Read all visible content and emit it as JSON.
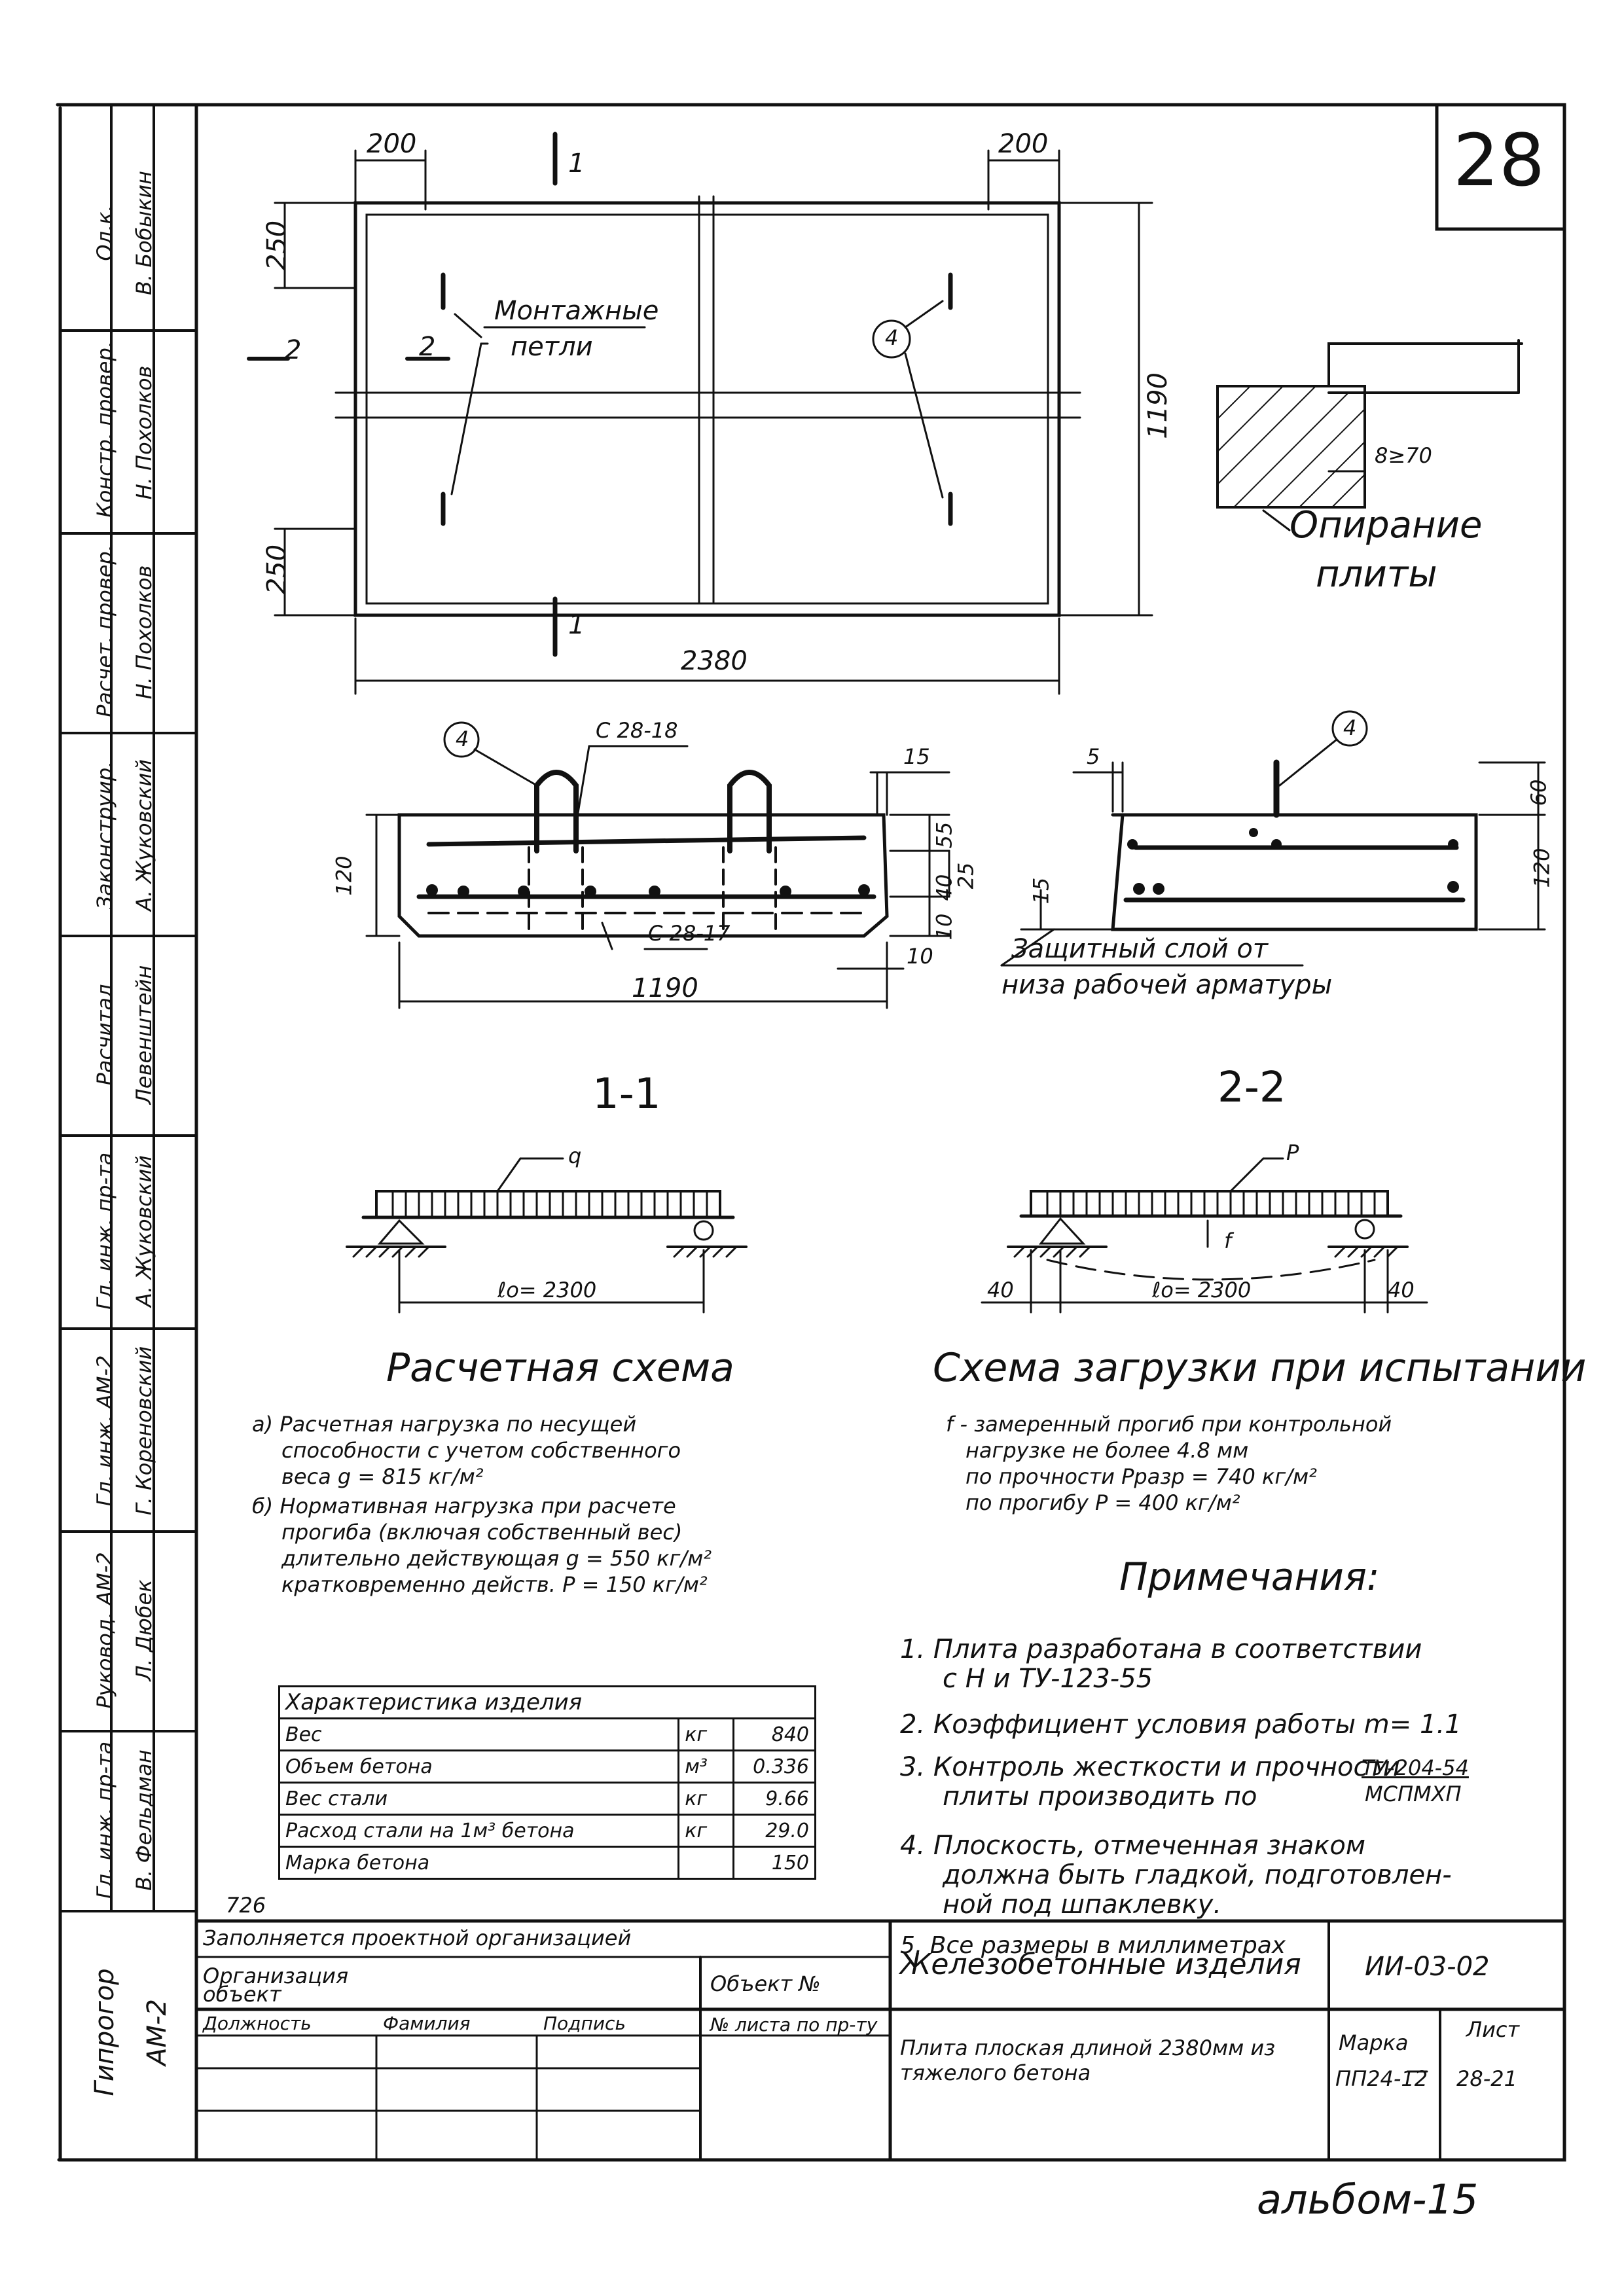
{
  "sheet_number": "28",
  "plan": {
    "dim_top_left": "200",
    "dim_top_right": "200",
    "dim_left_top": "250",
    "dim_left_bottom": "250",
    "dim_height": "1190",
    "dim_width": "2380",
    "section_1_top": "1",
    "section_1_bottom": "1",
    "section_2_left": "2",
    "section_2_inner": "2",
    "loops_label_1": "Монтажные",
    "loops_label_2": "петли",
    "callout": "4"
  },
  "support": {
    "label_1": "Опирание",
    "label_2": "плиты",
    "dim": "8≥70"
  },
  "section_1": {
    "title": "1-1",
    "rebar_top": "С 28-18",
    "rebar_bottom": "С 28-17",
    "callout": "4",
    "dim_width": "1190",
    "dim_height": "120",
    "dim_15": "15",
    "dim_55": "55",
    "dim_40": "40",
    "dim_10a": "10",
    "dim_10b": "10",
    "dim_25": "25"
  },
  "section_2": {
    "title": "2-2",
    "callout": "4",
    "dim_5": "5",
    "dim_60": "60",
    "dim_120": "120",
    "dim_15": "15",
    "cover_1": "Защитный слой от",
    "cover_2": "низа рабочей арматуры"
  },
  "calc_scheme": {
    "load": "q",
    "span": "ℓо= 2300",
    "title": "Расчетная схема",
    "note_a_1": "а)  Расчетная нагрузка по несущей",
    "note_a_2": "способности с учетом собственного",
    "note_a_3": "веса g = 815 кг/м²",
    "note_b_1": "б)  Нормативная нагрузка при расчете",
    "note_b_2": "прогиба (включая собственный вес)",
    "note_b_3": "длительно действующая g = 550 кг/м²",
    "note_b_4": "кратковременно действ.  P = 150 кг/м²"
  },
  "test_scheme": {
    "load": "P",
    "deflection": "f",
    "span": "ℓо= 2300",
    "left_offset": "40",
    "right_offset": "40",
    "title": "Схема загрузки при испытании",
    "note_1": "f - замеренный прогиб при контрольной",
    "note_2": "нагрузке не более 4.8 мм",
    "note_3": "по прочности  Pразр = 740 кг/м²",
    "note_4": "по прогибу     P = 400 кг/м²"
  },
  "characteristics": {
    "title": "Характеристика изделия",
    "rows": [
      {
        "name": "Вес",
        "unit": "кг",
        "value": "840"
      },
      {
        "name": "Объем бетона",
        "unit": "м³",
        "value": "0.336"
      },
      {
        "name": "Вес стали",
        "unit": "кг",
        "value": "9.66"
      },
      {
        "name": "Расход стали на 1м³ бетона",
        "unit": "кг",
        "value": "29.0"
      },
      {
        "name": "Марка бетона",
        "unit": "",
        "value": "150"
      }
    ]
  },
  "notes": {
    "title": "Примечания:",
    "n1_1": "1.  Плита разработана в соответствии",
    "n1_2": "с Н и ТУ-123-55",
    "n2": "2.  Коэффициент условия работы m= 1.1",
    "n3_1": "3.  Контроль жесткости и прочности",
    "n3_2": "плиты производить по",
    "n3_ref_top": "ТУ-204-54",
    "n3_ref_bottom": "МСПМХП",
    "n4_1": "4.  Плоскость, отмеченная знаком",
    "n4_2": "должна быть гладкой, подготовлен-",
    "n4_3": "ной под шпаклевку.",
    "n5": "5.  Все размеры в миллиметрах"
  },
  "side_stamp": {
    "roles": [
      "Гл. инж. пр-та",
      "Руковод. АМ-2",
      "Гл. инж. АМ-2",
      "Гл. инж. пр-та",
      "Расчитал",
      "Законструир.",
      "Расчет. провер.",
      "Констр. провер.",
      "Ол.к."
    ],
    "names": [
      "В. Фельдман",
      "Л. Дюбек",
      "Г. Кореновский",
      "А. Жуковский",
      "Левенштейн",
      "А. Жуковский",
      "Н. Похолков",
      "Н. Похолков",
      "В. Бобыкин"
    ],
    "org": "Гипрогор",
    "dept": "АМ-2"
  },
  "title_block": {
    "number_above": "726",
    "filled_by": "Заполняется проектной организацией",
    "org_object": "Организация объект",
    "object_no": "Объект №",
    "col_position": "Должность",
    "col_surname": "Фамилия",
    "col_signature": "Подпись",
    "sheet_no": "№ листа по пр-ту",
    "category": "Железобетонные изделия",
    "code": "ИИ-03-02",
    "product": "Плита плоская длиной 2380мм из тяжелого бетона",
    "mark_label": "Марка",
    "mark": "ПП24-12",
    "sheet_label": "Лист",
    "sheet": "28-21"
  },
  "album": "альбом-15"
}
